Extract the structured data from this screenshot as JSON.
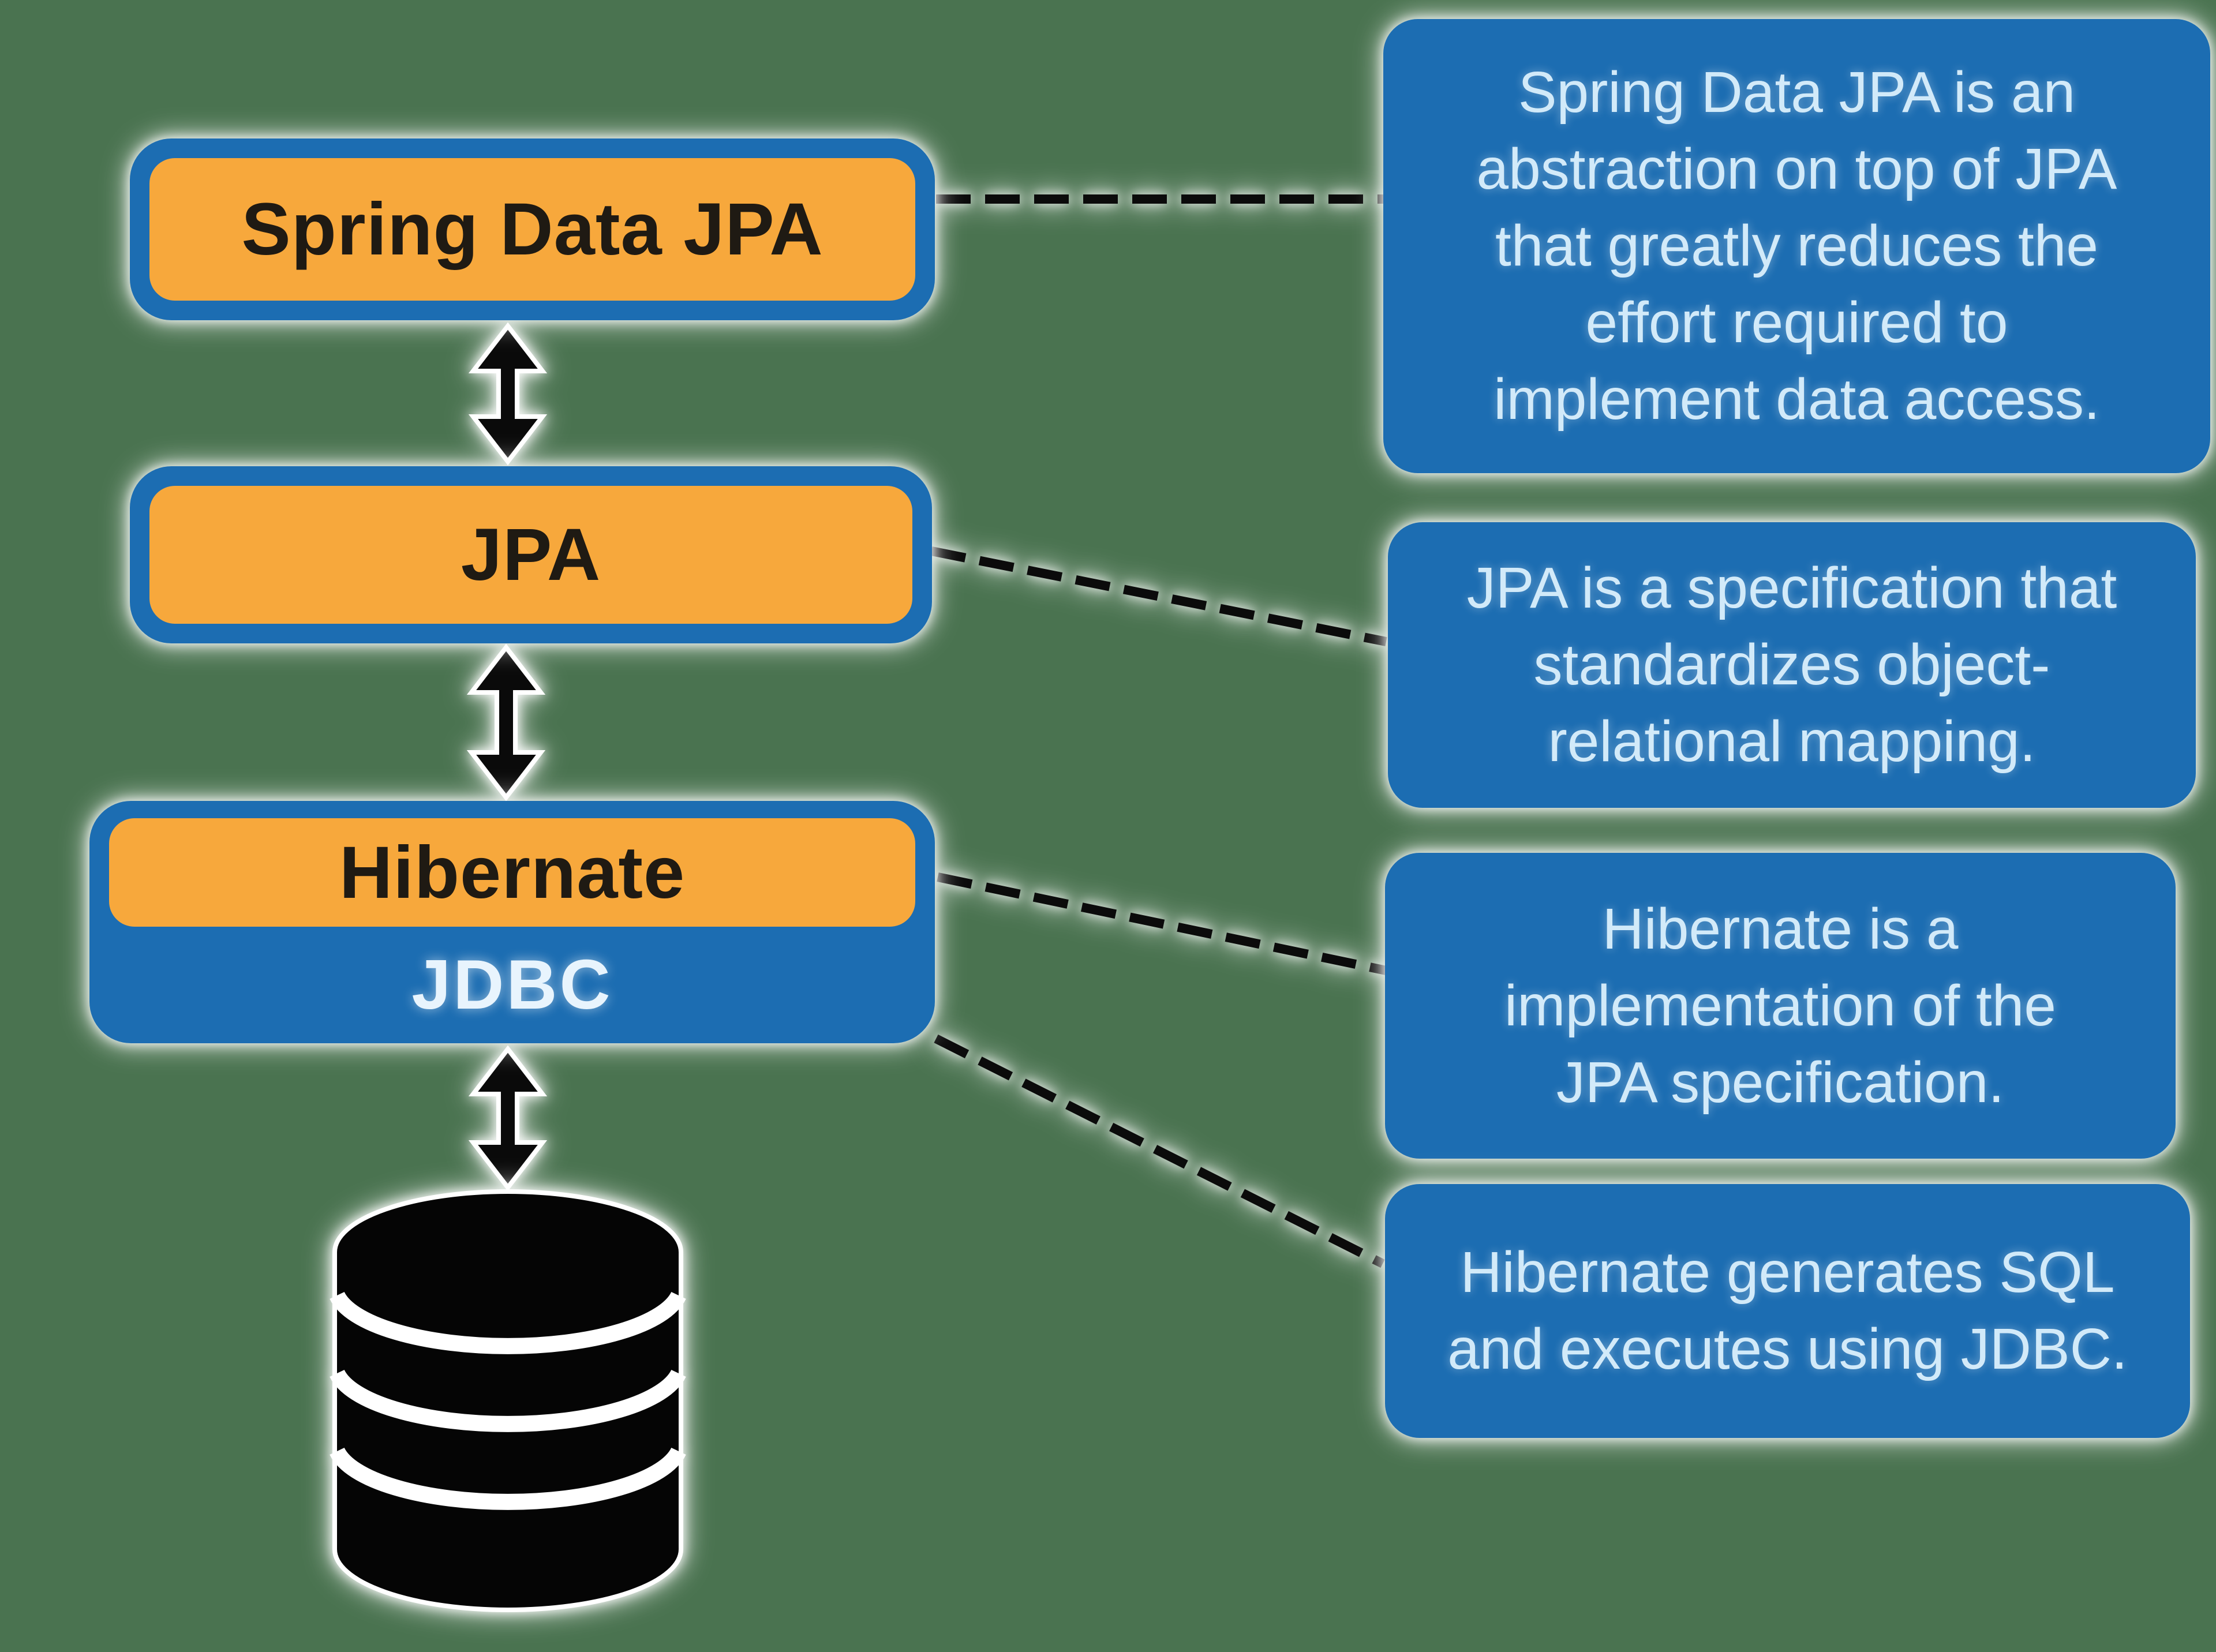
{
  "diagram": {
    "title": "Spring Data JPA / JPA / Hibernate / JDBC layers",
    "background_color": "#4A7350",
    "colors": {
      "box_blue": "#1C6DB2",
      "box_orange": "#F7A83C",
      "label_dark": "#1F1A13",
      "label_light": "#D2EAF9",
      "connector_black": "#0B0B0B",
      "halo_white": "#FFFFFF"
    },
    "layers": [
      {
        "id": "spring-data-jpa",
        "label": "Spring Data JPA"
      },
      {
        "id": "jpa",
        "label": "JPA"
      },
      {
        "id": "hibernate",
        "label": "Hibernate",
        "sublabel": "JDBC"
      }
    ],
    "database": {
      "icon": "database-cylinder-icon"
    },
    "arrows": [
      {
        "type": "double-headed-vertical",
        "between": [
          "spring-data-jpa",
          "jpa"
        ]
      },
      {
        "type": "double-headed-vertical",
        "between": [
          "jpa",
          "hibernate"
        ]
      },
      {
        "type": "double-headed-vertical",
        "between": [
          "jdbc",
          "database"
        ]
      }
    ],
    "connectors": [
      {
        "style": "dashed",
        "from": "spring-data-jpa",
        "to": "note-spring-data-jpa"
      },
      {
        "style": "dashed",
        "from": "jpa",
        "to": "note-jpa"
      },
      {
        "style": "dashed",
        "from": "hibernate",
        "to": "note-hibernate"
      },
      {
        "style": "dashed",
        "from": "jdbc",
        "to": "note-jdbc"
      }
    ],
    "notes": [
      {
        "id": "note-spring-data-jpa",
        "text": "Spring Data JPA is an\nabstraction on top of JPA\nthat greatly reduces the\neffort required to\nimplement data access."
      },
      {
        "id": "note-jpa",
        "text": "JPA is a specification that\nstandardizes object-\nrelational mapping."
      },
      {
        "id": "note-hibernate",
        "text": "Hibernate is a\nimplementation of the\nJPA specification."
      },
      {
        "id": "note-jdbc",
        "text": "Hibernate generates SQL\nand executes using JDBC."
      }
    ]
  }
}
